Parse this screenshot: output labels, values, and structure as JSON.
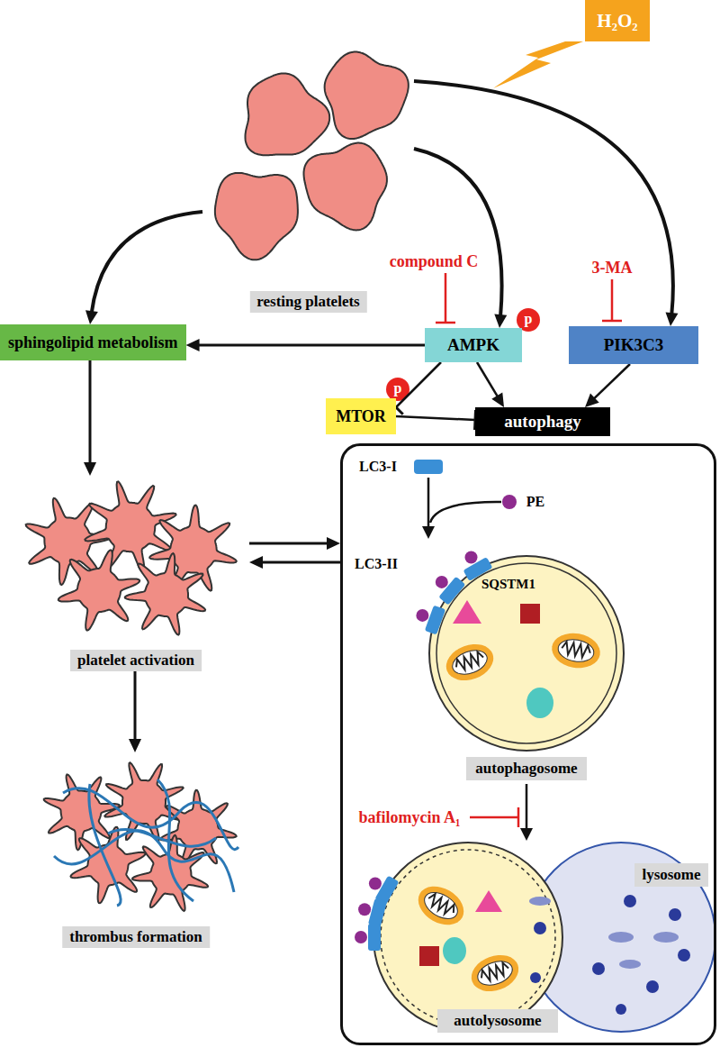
{
  "diagram": {
    "nodes": [
      {
        "text": [
          "H₂O₂"
        ]
      },
      {
        "text": [
          "resting platelets"
        ]
      },
      {
        "text": [
          "sphingolipid metabolism"
        ]
      },
      {
        "text": [
          "AMPK"
        ]
      },
      {
        "text": [
          "PIK3C3"
        ]
      },
      {
        "text": [
          "MTOR"
        ]
      },
      {
        "text": [
          "autophagy"
        ]
      },
      {
        "text": [
          "platelet activation"
        ]
      },
      {
        "text": [
          "thrombus formation"
        ]
      },
      {
        "text": []
      },
      {
        "text": [
          "autophagosome"
        ],
        "in": 9
      },
      {
        "text": [
          "lysosome"
        ],
        "in": 9
      },
      {
        "text": [
          "autolysosome"
        ],
        "in": 9
      }
    ],
    "edges": [
      {
        "from": 1,
        "to": 2,
        "arrow": "to"
      },
      {
        "from": 1,
        "to": 3,
        "arrow": "to"
      },
      {
        "from": 1,
        "to": 4,
        "arrow": "to"
      },
      {
        "from": 3,
        "to": 2,
        "arrow": "to"
      },
      {
        "from": 3,
        "to": 5,
        "arrow": "to"
      },
      {
        "from": 3,
        "to": 6,
        "arrow": "to"
      },
      {
        "from": 4,
        "to": 6,
        "arrow": "to"
      },
      {
        "from": 5,
        "to": 6,
        "arrow": "to"
      },
      {
        "from": 2,
        "to": 7,
        "arrow": "to"
      },
      {
        "from": 7,
        "to": 8,
        "arrow": "to"
      },
      {
        "from": 7,
        "to": 9,
        "arrow": "to"
      },
      {
        "from": 9,
        "to": 7,
        "arrow": "to"
      }
    ],
    "labels": [
      "compound C",
      "3-MA",
      "p",
      "p",
      "LC3-I",
      "PE",
      "LC3-II",
      "SQSTM1",
      "bafilomycin A₁"
    ]
  }
}
